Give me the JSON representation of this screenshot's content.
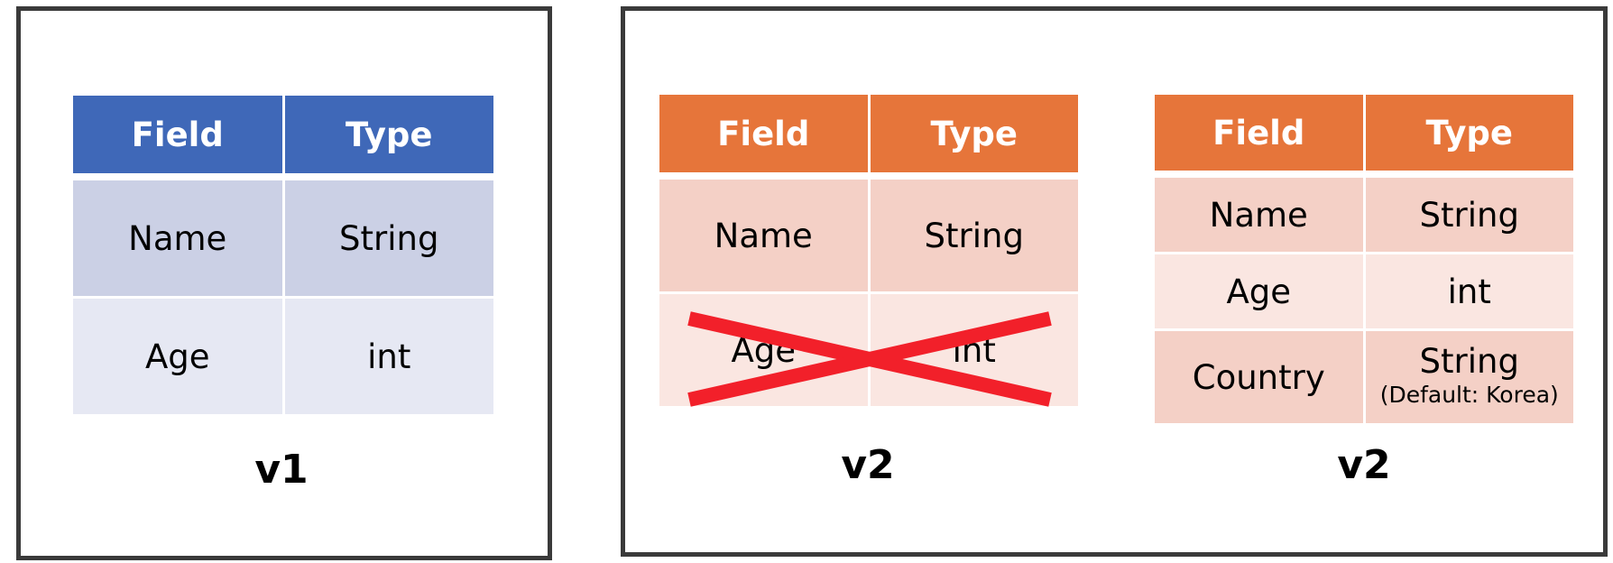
{
  "colors": {
    "v1_header": "#3f68b8",
    "v1_row_dark": "#cbd0e5",
    "v1_row_light": "#e6e8f3",
    "v2_header": "#e6753a",
    "v2_row_dark": "#f4d0c6",
    "v2_row_light": "#fae6e1",
    "strike": "#f2202a"
  },
  "v1": {
    "headers": [
      "Field",
      "Type"
    ],
    "rows": [
      {
        "field": "Name",
        "type": "String"
      },
      {
        "field": "Age",
        "type": "int"
      }
    ],
    "label": "v1"
  },
  "v2_removed": {
    "headers": [
      "Field",
      "Type"
    ],
    "rows": [
      {
        "field": "Name",
        "type": "String"
      },
      {
        "field": "Age",
        "type": "int",
        "struck_out": true
      }
    ],
    "label": "v2"
  },
  "v2_added": {
    "headers": [
      "Field",
      "Type"
    ],
    "rows": [
      {
        "field": "Name",
        "type": "String"
      },
      {
        "field": "Age",
        "type": "int"
      },
      {
        "field": "Country",
        "type": "String",
        "note": "(Default: Korea)"
      }
    ],
    "label": "v2"
  }
}
